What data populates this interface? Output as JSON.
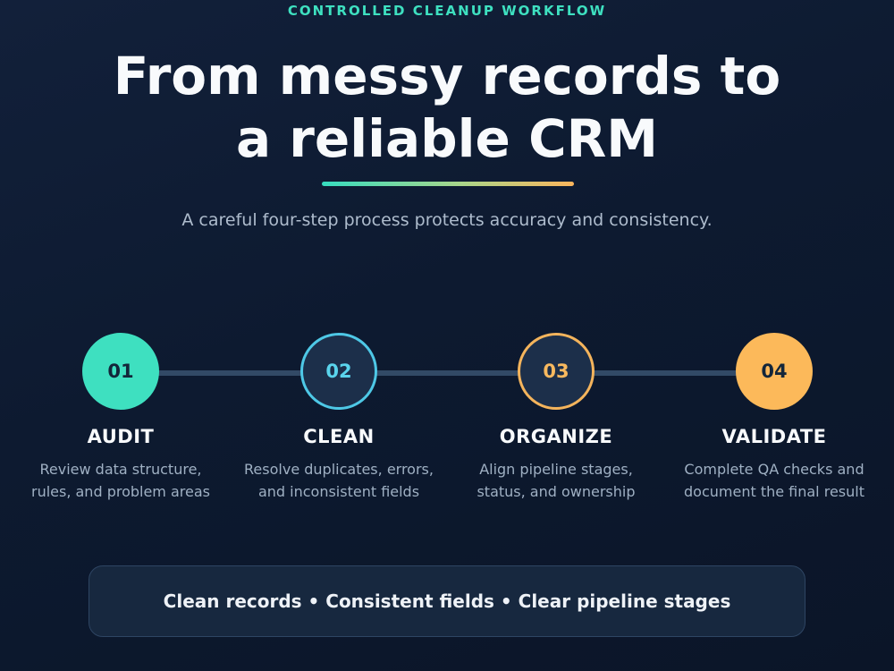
{
  "header": {
    "eyebrow": "CONTROLLED CLEANUP WORKFLOW",
    "title_lines": [
      "From messy records to",
      "a reliable CRM"
    ],
    "subtitle": "A careful four-step process protects accuracy and consistency."
  },
  "steps": [
    {
      "number": "01",
      "title": "AUDIT",
      "description_lines": [
        "Review data structure,",
        "rules, and problem areas"
      ],
      "color": "#3ee0c0",
      "style": "filled"
    },
    {
      "number": "02",
      "title": "CLEAN",
      "description_lines": [
        "Resolve duplicates, errors,",
        "and inconsistent fields"
      ],
      "color": "#4ec8e6",
      "style": "outlined"
    },
    {
      "number": "03",
      "title": "ORGANIZE",
      "description_lines": [
        "Align pipeline stages,",
        "status, and ownership"
      ],
      "color": "#f4b45c",
      "style": "outlined"
    },
    {
      "number": "04",
      "title": "VALIDATE",
      "description_lines": [
        "Complete QA checks and",
        "document the final result"
      ],
      "color": "#fcb95a",
      "style": "filled"
    }
  ],
  "summary": {
    "text": "Clean records • Consistent fields • Clear pipeline stages"
  },
  "colors": {
    "background": "#0d1a30",
    "accent_teal": "#3ee0c0",
    "accent_orange": "#fcb95a",
    "connector": "#324a66"
  }
}
